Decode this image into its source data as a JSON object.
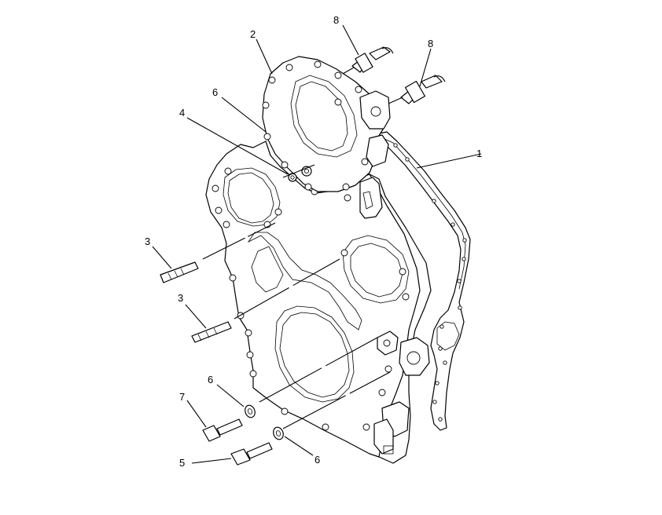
{
  "callouts": {
    "c1": "1",
    "c2": "2",
    "c3a": "3",
    "c3b": "3",
    "c4": "4",
    "c5": "5",
    "c6a": "6",
    "c6b": "6",
    "c6c": "6",
    "c7": "7",
    "c8a": "8",
    "c8b": "8"
  }
}
